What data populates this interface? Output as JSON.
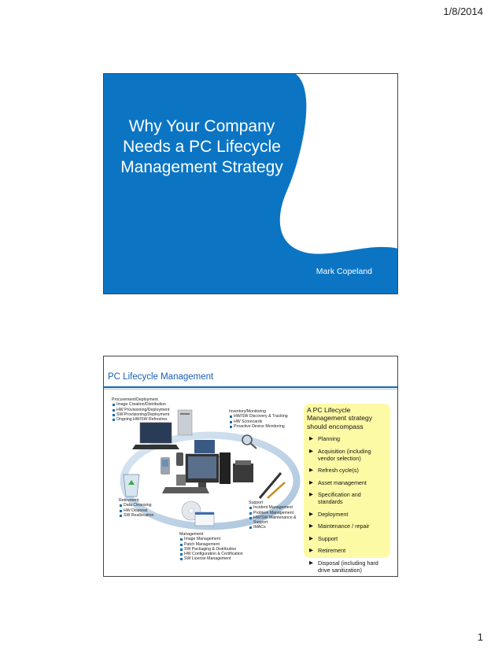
{
  "header": {
    "date": "1/8/2014"
  },
  "footer": {
    "page_number": "1"
  },
  "slide1": {
    "title_lines": [
      "Why Your Company",
      "Needs a PC Lifecycle",
      "Management Strategy"
    ],
    "author": "Mark Copeland",
    "colors": {
      "primary": "#0b75c4",
      "text": "#ffffff"
    }
  },
  "slide2": {
    "title": "PC Lifecycle Management",
    "procurement": {
      "heading": "Procurement/Deployment",
      "items": [
        "Image Creation/Distribution",
        "HW Provisioning/Deployment",
        "SW Provisioning/Deployment",
        "Ongoing HW/SW Refreshes"
      ]
    },
    "inventory": {
      "heading": "Inventory/Monitoring",
      "items": [
        "HW/SW Discovery & Tracking",
        "HW Scorecards",
        "Proactive Device Monitoring"
      ]
    },
    "retirement": {
      "heading": "Retirement",
      "items": [
        "Data Cleansing",
        "HW Disposal",
        "SW Reallocation"
      ]
    },
    "support": {
      "heading": "Support",
      "items": [
        "Incident Management",
        "Problem Management",
        "HW/SW Maintenance & Support",
        "IMACs"
      ]
    },
    "management": {
      "heading": "Management",
      "items": [
        "Image Management",
        "Patch Management",
        "SW Packaging & Distribution",
        "HW Configuration & Certification",
        "SW License Management"
      ]
    },
    "callout": {
      "title_lines": [
        "A PC Lifecycle",
        "Management strategy",
        "should encompass"
      ],
      "bullets": [
        "Planning",
        "Acquisition (including vendor selection)",
        "Refresh cycle(s)",
        "Asset management",
        "Specification and standards",
        "Deployment",
        "Maintenance / repair",
        "Support",
        "Retirement",
        "Disposal (including hard drive sanitization)"
      ],
      "bullet_icon": "right-triangle-icon",
      "bg_color": "#fdfaa6"
    }
  }
}
